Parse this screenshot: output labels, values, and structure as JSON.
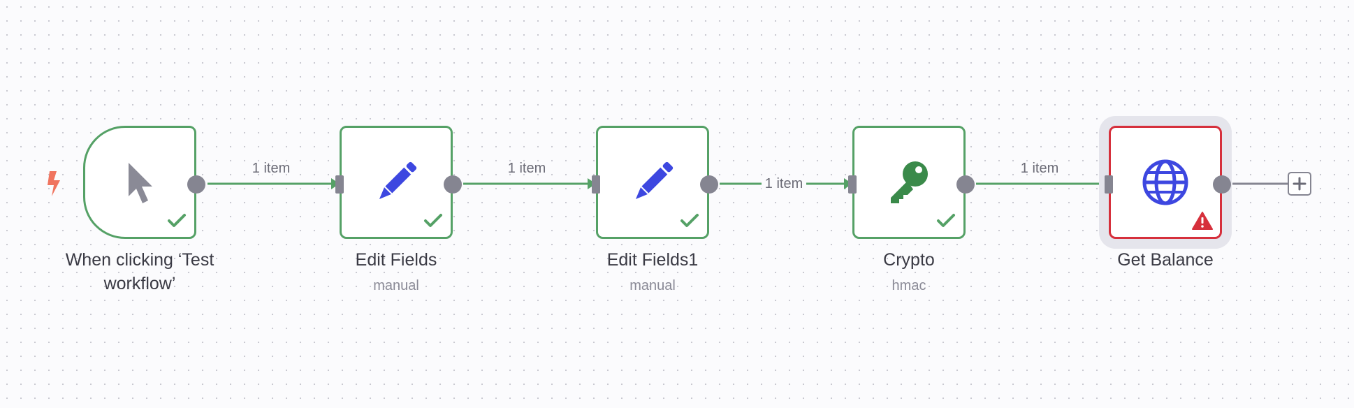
{
  "colors": {
    "success": "#55a166",
    "error": "#d6303c",
    "edit_icon": "#3d47e0",
    "crypto_icon": "#3a8a4a",
    "http_icon": "#3d47e0",
    "trigger_icon": "#8a8a96",
    "handle": "#858591",
    "trigger_bolt": "#f0745f"
  },
  "nodes": [
    {
      "title": "When clicking ‘Test workflow’",
      "subtitle": "",
      "icon": "cursor-icon",
      "status": "success"
    },
    {
      "title": "Edit Fields",
      "subtitle": "manual",
      "icon": "pencil-icon",
      "status": "success"
    },
    {
      "title": "Edit Fields1",
      "subtitle": "manual",
      "icon": "pencil-icon",
      "status": "success"
    },
    {
      "title": "Crypto",
      "subtitle": "hmac",
      "icon": "key-icon",
      "status": "success"
    },
    {
      "title": "Get Balance",
      "subtitle": "",
      "icon": "globe-icon",
      "status": "error"
    }
  ],
  "edges": [
    {
      "label": "1 item"
    },
    {
      "label": "1 item"
    },
    {
      "label": "1 item"
    },
    {
      "label": "1 item"
    }
  ],
  "add_node": {
    "icon": "plus-icon"
  },
  "trigger_marker": {
    "icon": "lightning-bolt-icon"
  }
}
